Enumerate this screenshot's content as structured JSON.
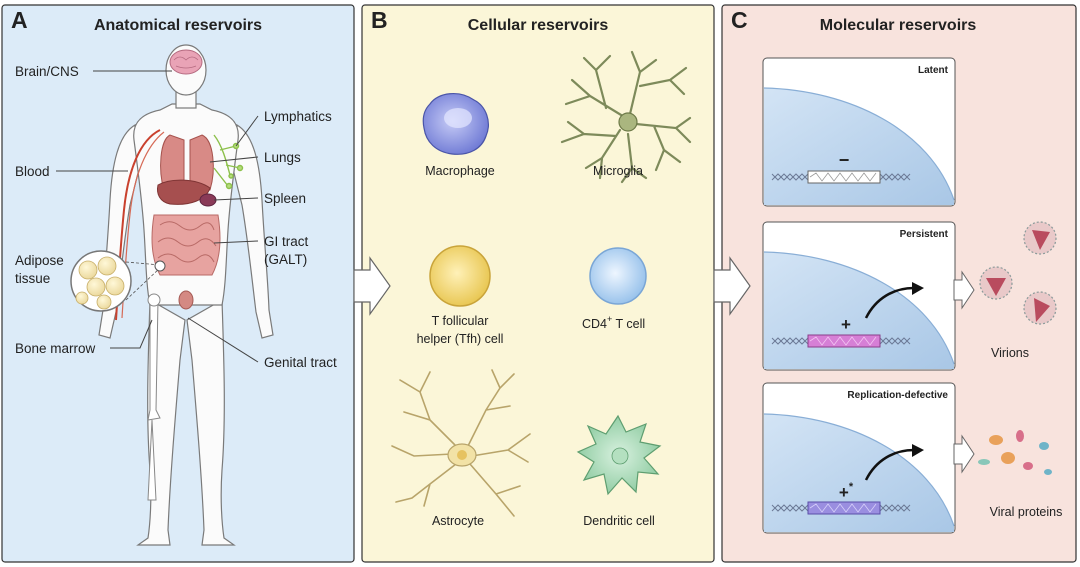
{
  "panels": [
    {
      "letter": "A",
      "title": "Anatomical reservoirs",
      "color": "#dcebf8"
    },
    {
      "letter": "B",
      "title": "Cellular reservoirs",
      "color": "#fbf6d8"
    },
    {
      "letter": "C",
      "title": "Molecular reservoirs",
      "color": "#f8e3dd"
    }
  ],
  "anatomical": {
    "labels": {
      "brain": "Brain/CNS",
      "lymphatics": "Lymphatics",
      "lungs": "Lungs",
      "blood": "Blood",
      "spleen": "Spleen",
      "gi_line1": "GI tract",
      "gi_line2": "(GALT)",
      "adipose_line1": "Adipose",
      "adipose_line2": "tissue",
      "bone_marrow": "Bone marrow",
      "genital": "Genital tract"
    }
  },
  "cellular": {
    "macrophage": "Macrophage",
    "microglia": "Microglia",
    "tfh_line1": "T follicular",
    "tfh_line2": "helper (Tfh) cell",
    "cd4_main": "CD4",
    "cd4_sup": "+",
    "cd4_tail": " T cell",
    "astrocyte": "Astrocyte",
    "dendritic": "Dendritic cell"
  },
  "molecular": {
    "latent": {
      "title": "Latent",
      "sign": "−",
      "color": "#ffffff"
    },
    "persistent": {
      "title": "Persistent",
      "sign": "+",
      "color": "#d67fd6",
      "output": "Virions"
    },
    "defective": {
      "title": "Replication-defective",
      "sign": "+",
      "sup": "*",
      "color": "#9a8ee0",
      "output": "Viral proteins"
    }
  },
  "colors": {
    "panel_border": "#333333",
    "nucleus": "#bcd5ee",
    "arrow_fill": "#ffffff",
    "body_outline": "#777777"
  }
}
